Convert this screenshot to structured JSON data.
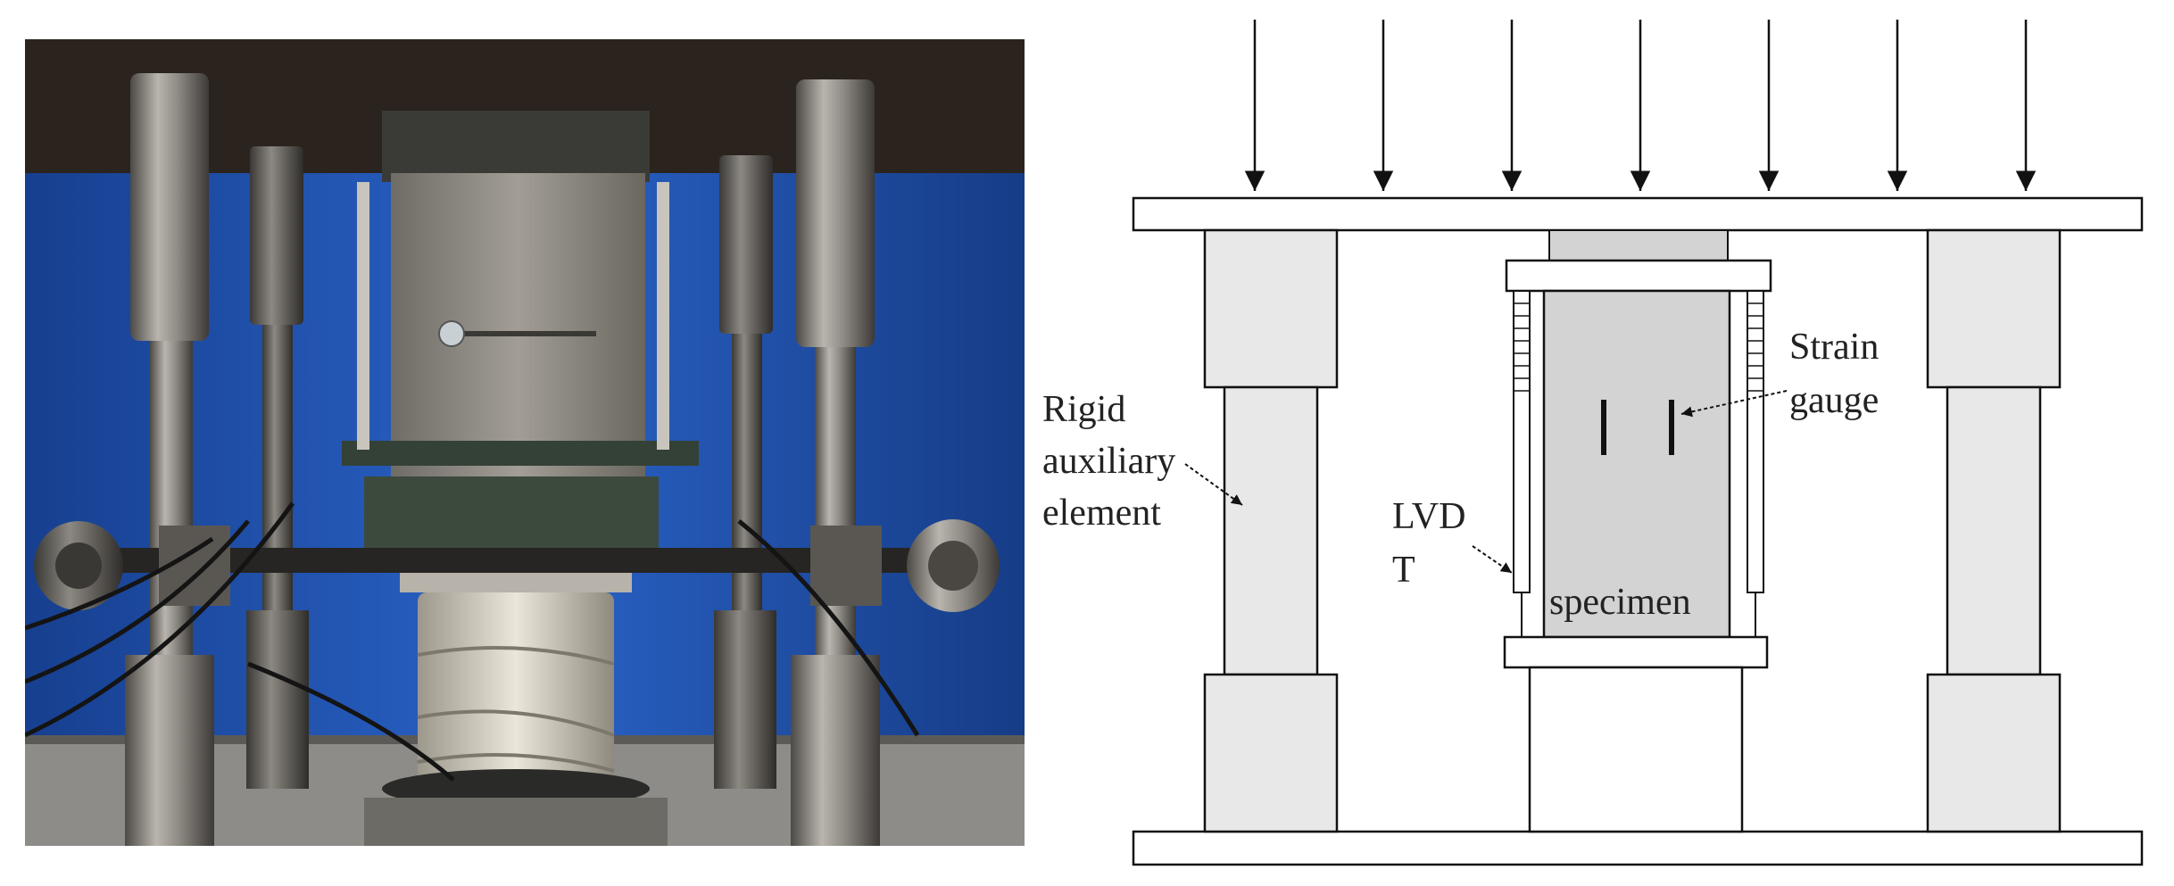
{
  "diagram": {
    "labels": {
      "rigid_line1": "Rigid",
      "rigid_line2": "auxiliary",
      "rigid_line3": "element",
      "strain_line1": "Strain",
      "strain_line2": "gauge",
      "lvdt_line1": "LVD",
      "lvdt_line2": "T",
      "specimen": "specimen"
    },
    "load_arrow_count": 7
  },
  "colors": {
    "photo_backdrop": "#1f56b8",
    "frame_top": "#2e261f",
    "steel": "#8d8a86",
    "wrap": "#ddd8cc",
    "element_fill": "#e8e8e8",
    "specimen_fill": "#d3d3d3",
    "outline": "#111111"
  }
}
